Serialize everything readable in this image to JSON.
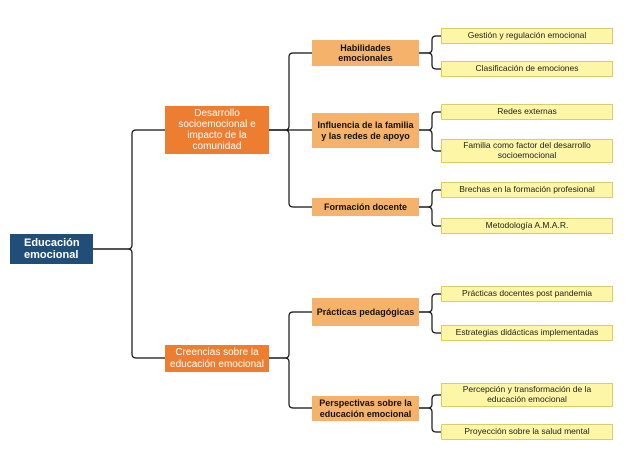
{
  "root": {
    "label": "Educación emocional"
  },
  "branches": [
    {
      "label": "Desarrollo socioemocional e impacto de la comunidad",
      "children": [
        {
          "label": "Habilidades emocionales",
          "leaves": [
            "Gestión y regulación emocional",
            "Clasificación de emociones"
          ]
        },
        {
          "label": "Influencia de la familia y las redes de apoyo",
          "leaves": [
            "Redes externas",
            "Familia como factor del desarrollo socioemocional"
          ]
        },
        {
          "label": "Formación docente",
          "leaves": [
            "Brechas en la formación profesional",
            "Metodología A.M.A.R."
          ]
        }
      ]
    },
    {
      "label": "Creencias sobre la educación emocional",
      "children": [
        {
          "label": "Prácticas pedagógicas",
          "leaves": [
            "Prácticas docentes post pandemia",
            "Estrategias didácticas implementadas"
          ]
        },
        {
          "label": "Perspectivas sobre la educación emocional",
          "leaves": [
            "Percepción y transformación de la educación emocional",
            "Proyección sobre la salud mental"
          ]
        }
      ]
    }
  ],
  "colors": {
    "root": "#1f4e79",
    "level1": "#ed7d31",
    "level2": "#f4b26b",
    "level3": "#fdf6a7",
    "connector": "#111111"
  }
}
